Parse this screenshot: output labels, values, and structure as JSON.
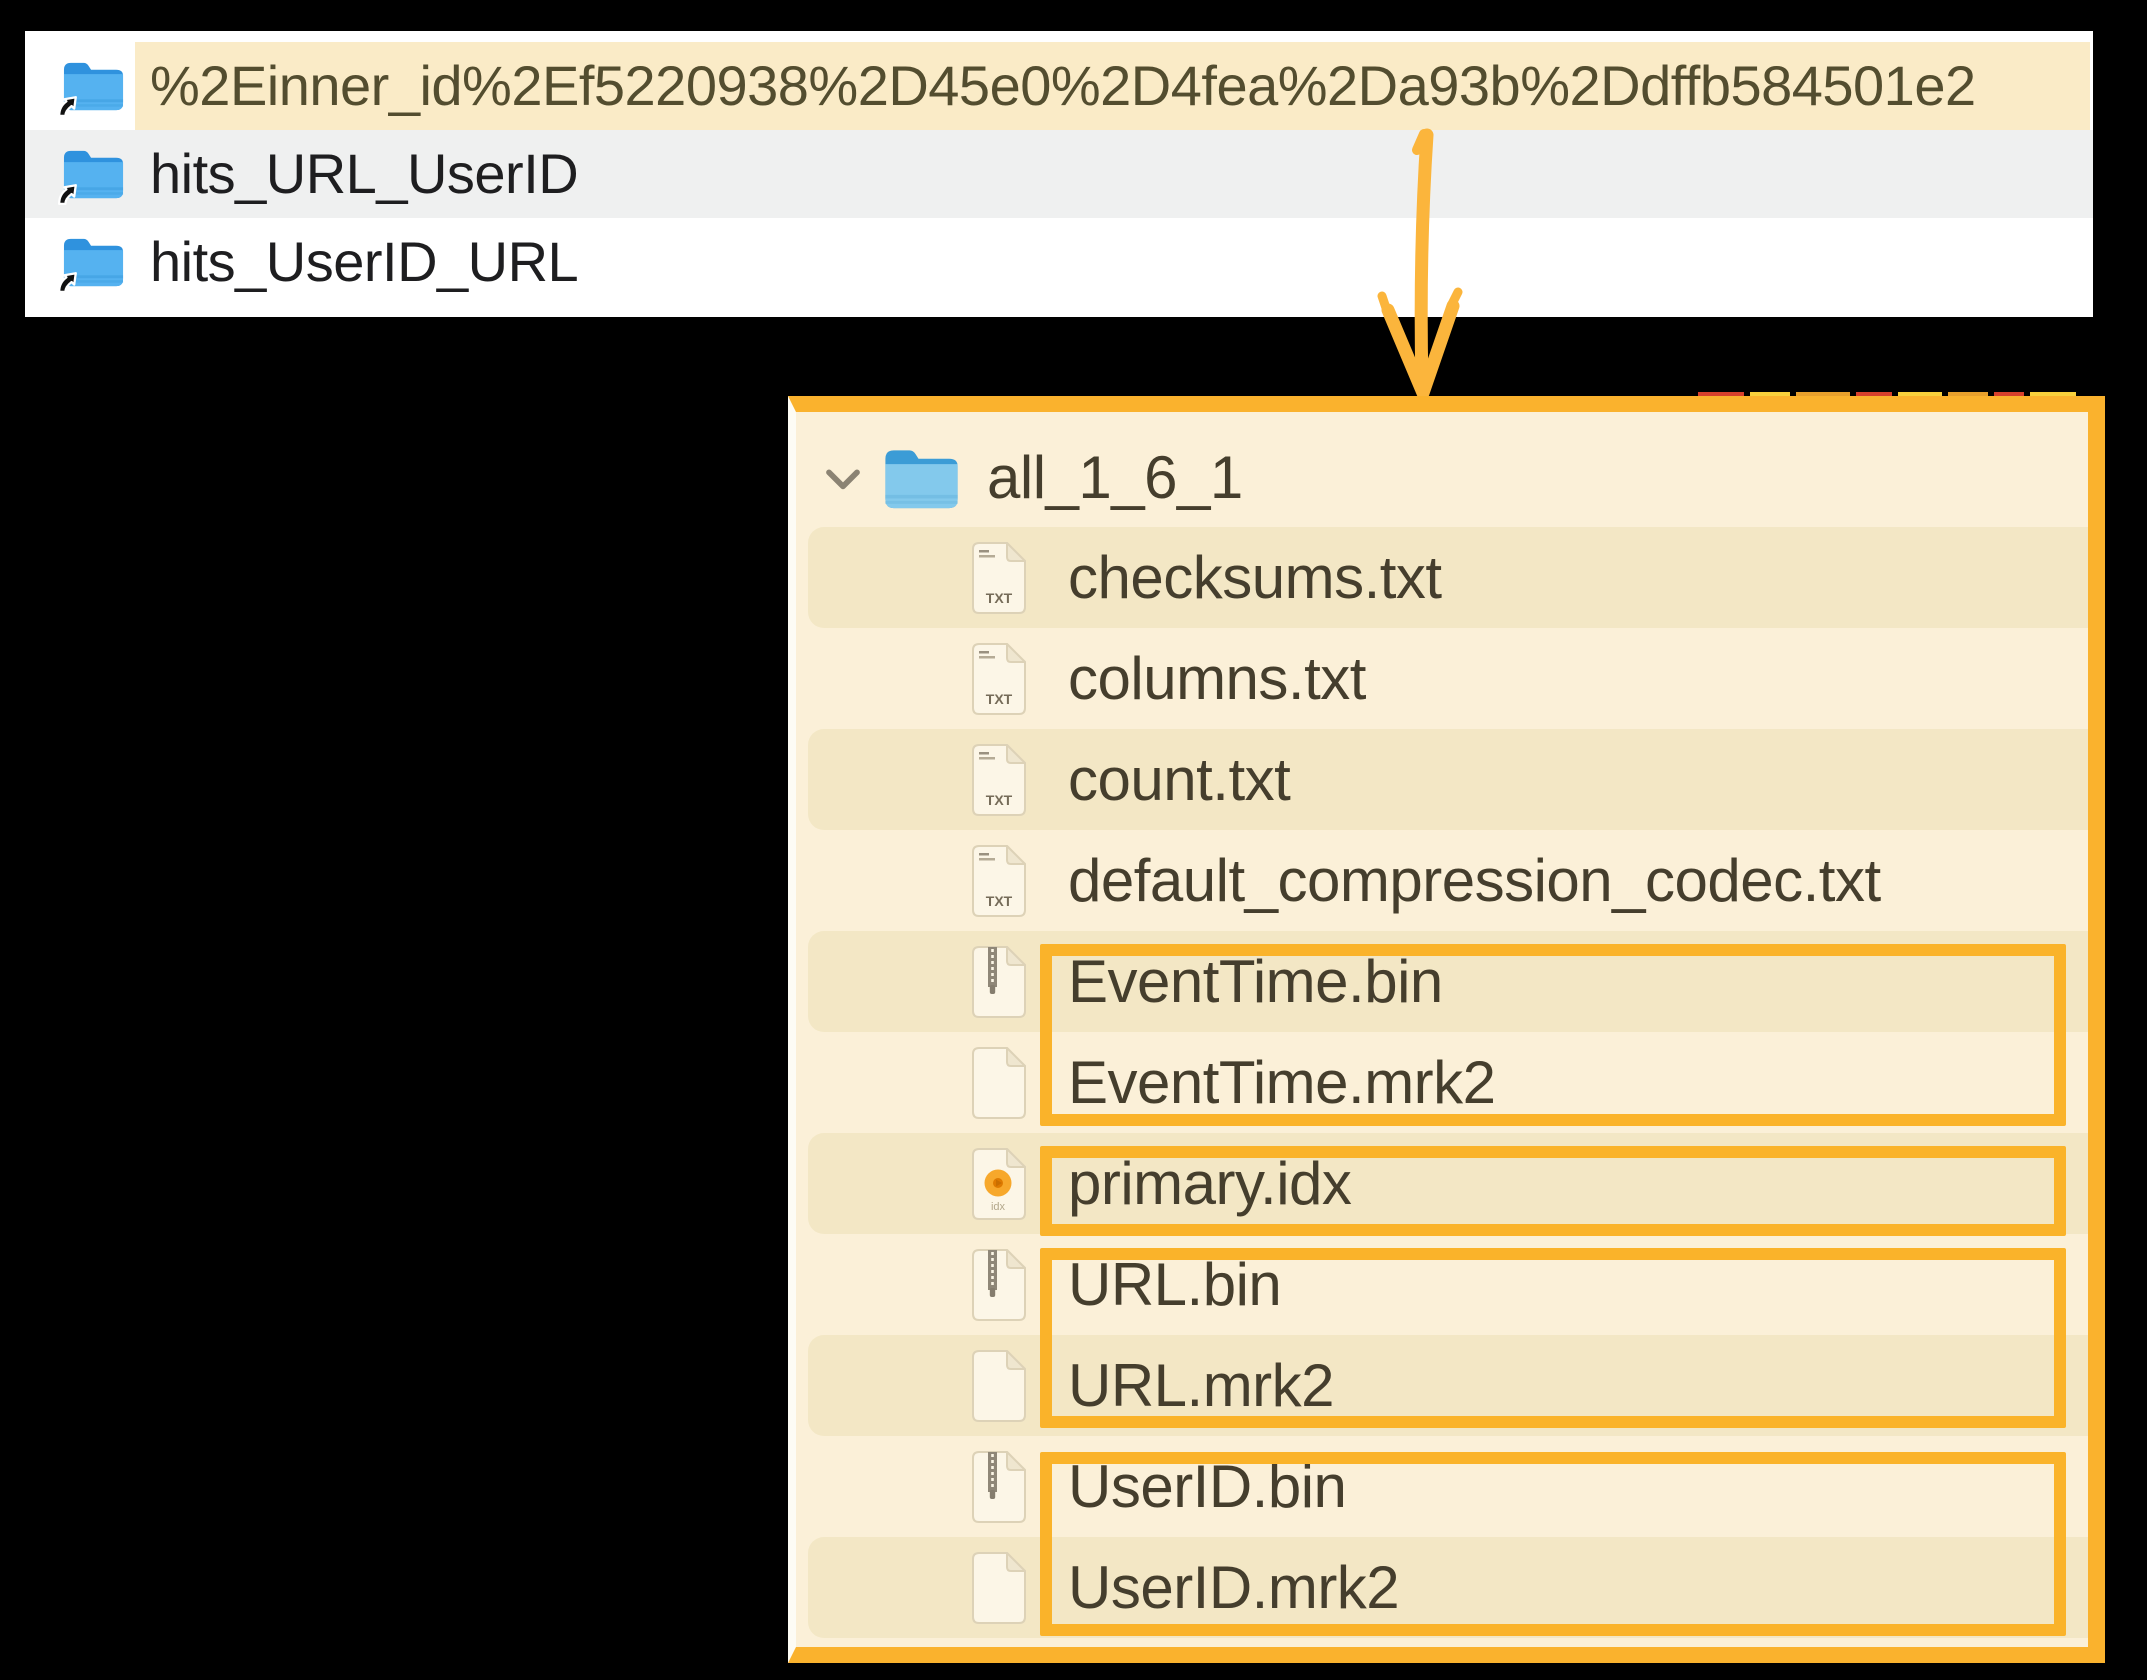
{
  "finder_list": {
    "rows": [
      {
        "name": "%2Einner_id%2Ef5220938%2D45e0%2D4fea%2Da93b%2Ddffb584501e2",
        "type": "folder-alias",
        "highlighted": true
      },
      {
        "name": "hits_URL_UserID",
        "type": "folder-alias",
        "highlighted": false
      },
      {
        "name": "hits_UserID_URL",
        "type": "folder-alias",
        "highlighted": false
      }
    ]
  },
  "detail_panel": {
    "folder": {
      "label": "all_1_6_1",
      "expanded": true
    },
    "files": [
      {
        "label": "checksums.txt",
        "kind": "txt"
      },
      {
        "label": "columns.txt",
        "kind": "txt"
      },
      {
        "label": "count.txt",
        "kind": "txt"
      },
      {
        "label": "default_compression_codec.txt",
        "kind": "txt"
      },
      {
        "label": "EventTime.bin",
        "kind": "bin",
        "annotation_box": 1
      },
      {
        "label": "EventTime.mrk2",
        "kind": "mrk2",
        "annotation_box": 1
      },
      {
        "label": "primary.idx",
        "kind": "idx",
        "annotation_box": 2
      },
      {
        "label": "URL.bin",
        "kind": "bin",
        "annotation_box": 3
      },
      {
        "label": "URL.mrk2",
        "kind": "mrk2",
        "annotation_box": 3
      },
      {
        "label": "UserID.bin",
        "kind": "bin",
        "annotation_box": 4
      },
      {
        "label": "UserID.mrk2",
        "kind": "mrk2",
        "annotation_box": 4
      }
    ],
    "icon_badges": {
      "txt": "TXT",
      "idx": "idx"
    }
  },
  "colors": {
    "annotation_orange": "#FAB22D",
    "highlight_cream": "#FAEBC7",
    "panel_cream": "#FBF0D8",
    "panel_row_dark": "#F3E7C5",
    "alt_row_gray": "#EFF0F0",
    "folder_blue": "#4AA9EC",
    "idx_dot_orange": "#F7A82B"
  }
}
